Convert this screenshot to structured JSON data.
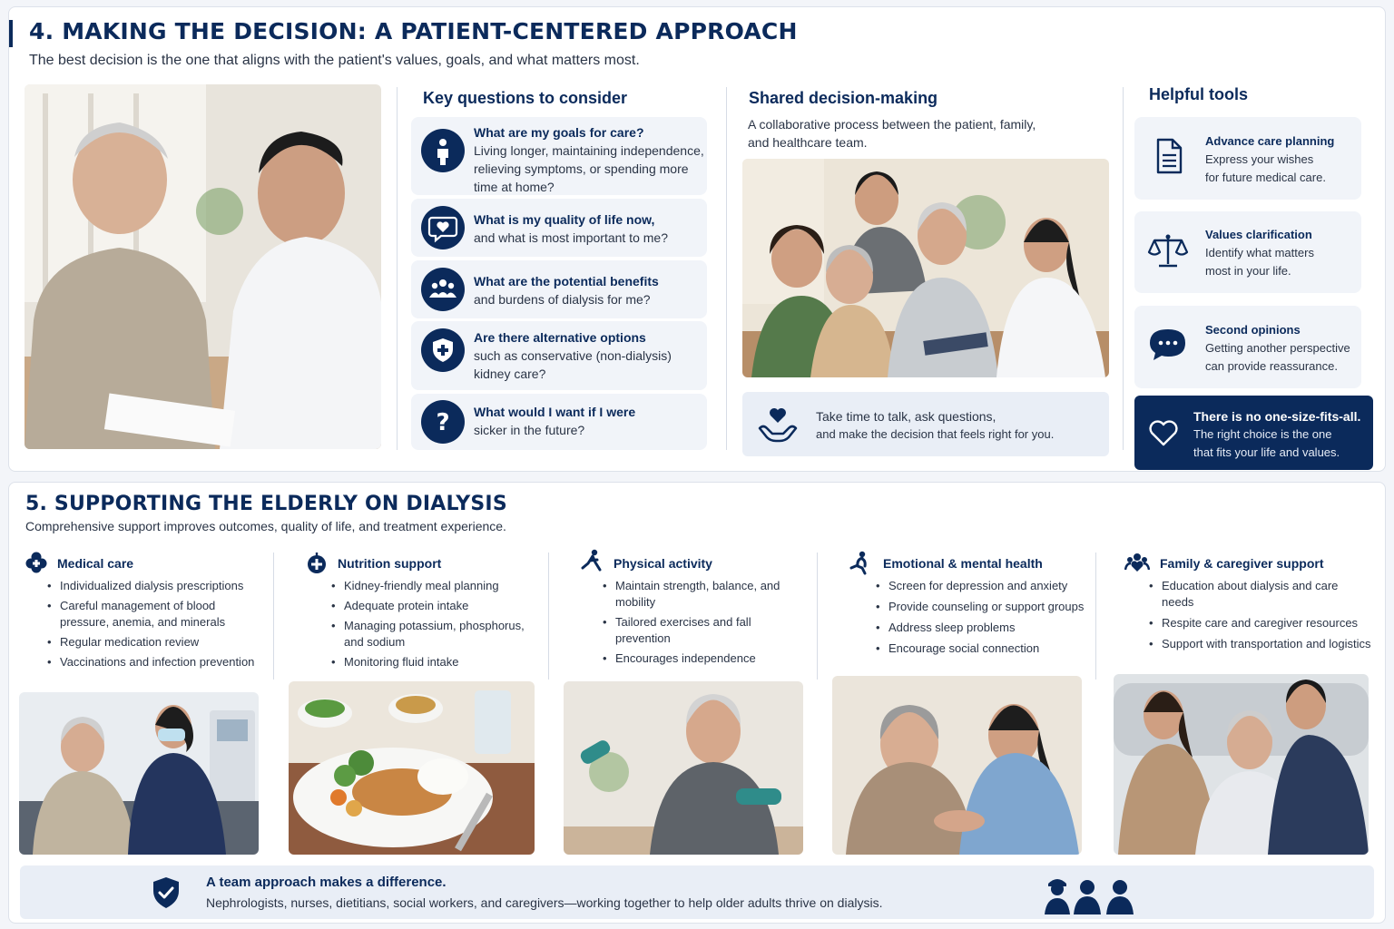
{
  "section4": {
    "title": "4. MAKING THE DECISION: A PATIENT-CENTERED APPROACH",
    "subtitle": "The best decision is the one that aligns with the patient's values, goals, and what matters most.",
    "questions_title": "Key questions to consider",
    "questions": [
      {
        "icon": "person-icon",
        "bold": "What are my goals for care?",
        "text": "Living longer, maintaining independence, relieving symptoms, or spending more time at home?"
      },
      {
        "icon": "heart-bubble-icon",
        "bold": "What is my quality of life now,",
        "text": "and what is most important to me?"
      },
      {
        "icon": "group-icon",
        "bold": "What are the potential benefits",
        "text": "and burdens of dialysis for me?"
      },
      {
        "icon": "shield-plus-icon",
        "bold": "Are there alternative options",
        "text": "such as conservative (non-dialysis) kidney care?"
      },
      {
        "icon": "question-icon",
        "bold": "What would I want if I were",
        "text": "sicker in the future?"
      }
    ],
    "shared": {
      "title": "Shared decision-making",
      "desc": "A collaborative process between the patient, family, and healthcare team.",
      "note_line1": "Take time to talk, ask questions,",
      "note_line2": "and make the decision that feels right for you."
    },
    "tools_title": "Helpful tools",
    "tools": [
      {
        "icon": "document-icon",
        "title": "Advance care planning",
        "line1": "Express your wishes",
        "line2": "for future medical care."
      },
      {
        "icon": "scales-icon",
        "title": "Values clarification",
        "line1": "Identify what matters",
        "line2": "most in your life."
      },
      {
        "icon": "chat-icon",
        "title": "Second opinions",
        "line1": "Getting another perspective",
        "line2": "can provide reassurance."
      }
    ],
    "callout": {
      "title": "There is no one-size-fits-all.",
      "line1": "The right choice is the one",
      "line2": "that fits your life and values."
    }
  },
  "section5": {
    "title": "5. SUPPORTING THE ELDERLY ON DIALYSIS",
    "subtitle": "Comprehensive support improves outcomes, quality of life, and treatment experience.",
    "columns": [
      {
        "icon": "clover-icon",
        "title": "Medical care",
        "items": [
          "Individualized dialysis prescriptions",
          "Careful management of blood pressure, anemia, and minerals",
          "Regular medication review",
          "Vaccinations and infection prevention"
        ]
      },
      {
        "icon": "nutrition-icon",
        "title": "Nutrition support",
        "items": [
          "Kidney-friendly meal planning",
          "Adequate protein intake",
          "Managing potassium, phosphorus, and sodium",
          "Monitoring fluid intake"
        ]
      },
      {
        "icon": "activity-icon",
        "title": "Physical activity",
        "items": [
          "Maintain strength, balance, and mobility",
          "Tailored exercises and fall prevention",
          "Encourages independence"
        ]
      },
      {
        "icon": "mental-health-icon",
        "title": "Emotional & mental health",
        "items": [
          "Screen for depression and anxiety",
          "Provide counseling or support groups",
          "Address sleep problems",
          "Encourage social connection"
        ]
      },
      {
        "icon": "caregiver-icon",
        "title": "Family & caregiver support",
        "items": [
          "Education about dialysis and care needs",
          "Respite care and caregiver resources",
          "Support with transportation and logistics"
        ]
      }
    ],
    "team": {
      "title": "A team approach makes a difference.",
      "text": "Nephrologists, nurses, dietitians, social workers, and caregivers—working together to help older adults thrive on dialysis."
    }
  },
  "colors": {
    "navy": "#0b2a5b",
    "card": "#f1f4f9",
    "text": "#2a3446"
  }
}
